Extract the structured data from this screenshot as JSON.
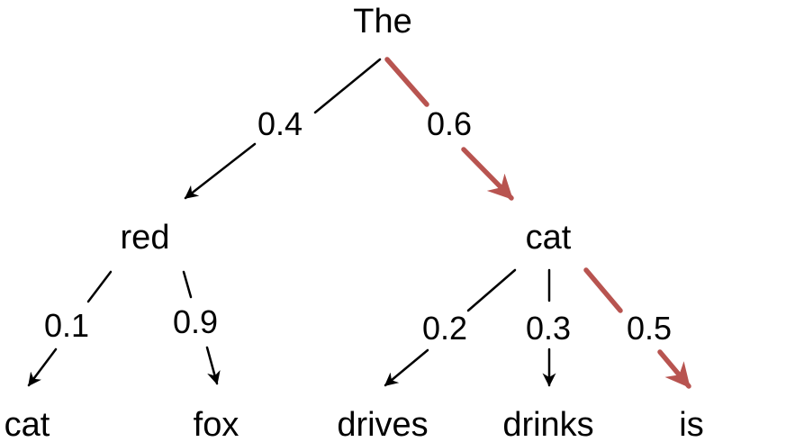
{
  "colors": {
    "highlight": "#b85450",
    "default": "#000000"
  },
  "nodes": {
    "root": "The",
    "red": "red",
    "cat_mid": "cat",
    "cat_leaf": "cat",
    "fox": "fox",
    "drives": "drives",
    "drinks": "drinks",
    "is": "is"
  },
  "edges": [
    {
      "from": "The",
      "to": "red",
      "probability": "0.4",
      "highlighted": false
    },
    {
      "from": "The",
      "to": "cat",
      "probability": "0.6",
      "highlighted": true
    },
    {
      "from": "red",
      "to": "cat",
      "probability": "0.1",
      "highlighted": false
    },
    {
      "from": "red",
      "to": "fox",
      "probability": "0.9",
      "highlighted": false
    },
    {
      "from": "cat",
      "to": "drives",
      "probability": "0.2",
      "highlighted": false
    },
    {
      "from": "cat",
      "to": "drinks",
      "probability": "0.3",
      "highlighted": false
    },
    {
      "from": "cat",
      "to": "is",
      "probability": "0.5",
      "highlighted": true
    }
  ]
}
